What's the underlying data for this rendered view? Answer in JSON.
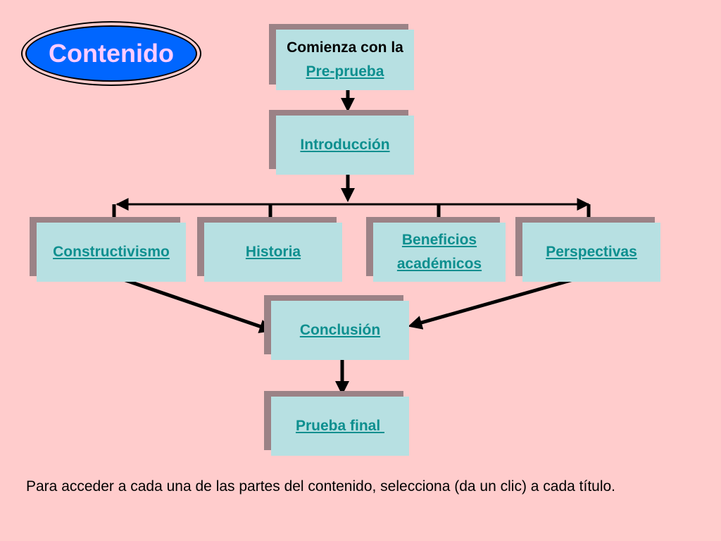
{
  "title": "Contenido",
  "start": {
    "text": "Comienza con la",
    "link": "Pre-prueba"
  },
  "intro": "Introducción",
  "topics": [
    "Constructivismo",
    "Historia",
    "Beneficios académicos",
    "Perspectivas"
  ],
  "conclusion": "Conclusión",
  "final_test": "Prueba final ",
  "footer": "Para acceder a cada una de las partes del contenido, selecciona (da un clic) a cada título.",
  "colors": {
    "background": "#ffcccc",
    "box": "#b7e0e2",
    "shadow": "#9b8286",
    "link": "#0d8f8f",
    "badge": "#0066ff",
    "badge_text": "#ffccff"
  },
  "icons": [
    "arrow-down-icon",
    "arrow-left-icon",
    "arrow-right-icon"
  ]
}
